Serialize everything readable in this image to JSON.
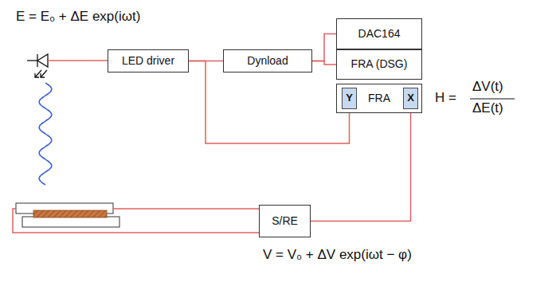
{
  "diagram": {
    "nodes": [
      {
        "text": [
          "LED driver"
        ]
      },
      {
        "text": [
          "Dynload"
        ]
      },
      {
        "text": [
          "DAC164"
        ]
      },
      {
        "text": [
          "FRA (DSG)"
        ]
      },
      {
        "text": [
          "FRA"
        ]
      },
      {
        "text": [
          "Y"
        ],
        "in": 4
      },
      {
        "text": [
          "X"
        ],
        "in": 4
      },
      {
        "text": [
          "S/RE"
        ]
      }
    ],
    "edges": [
      {
        "from": 0,
        "to": 1,
        "arrow": "none"
      },
      {
        "from": 1,
        "to": 2,
        "arrow": "none"
      },
      {
        "from": 1,
        "to": 3,
        "arrow": "none"
      },
      {
        "from": 0,
        "to": 5,
        "arrow": "none"
      },
      {
        "from": 6,
        "to": 7,
        "arrow": "none"
      }
    ],
    "labels": [
      "E = E₀ + ΔE exp(iωt)",
      "H =",
      "ΔV(t)",
      "ΔE(t)",
      "V = V₀ + ΔV exp(iωt − φ)"
    ]
  }
}
